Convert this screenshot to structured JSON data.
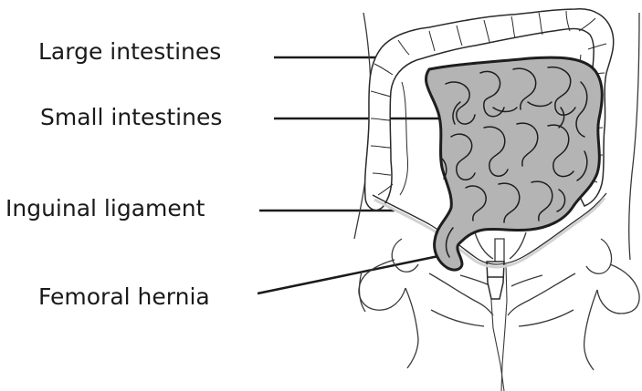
{
  "labels": {
    "large_intestines": "Large intestines",
    "small_intestines": "Small intestines",
    "inguinal_ligament": "Inguinal ligament",
    "femoral_hernia": "Femoral hernia"
  },
  "colors": {
    "outline": "#2a2a2a",
    "small_intestine_fill": "#b4b4b4",
    "large_intestine_fill": "#ffffff",
    "ligament": "#d2d2d2"
  }
}
